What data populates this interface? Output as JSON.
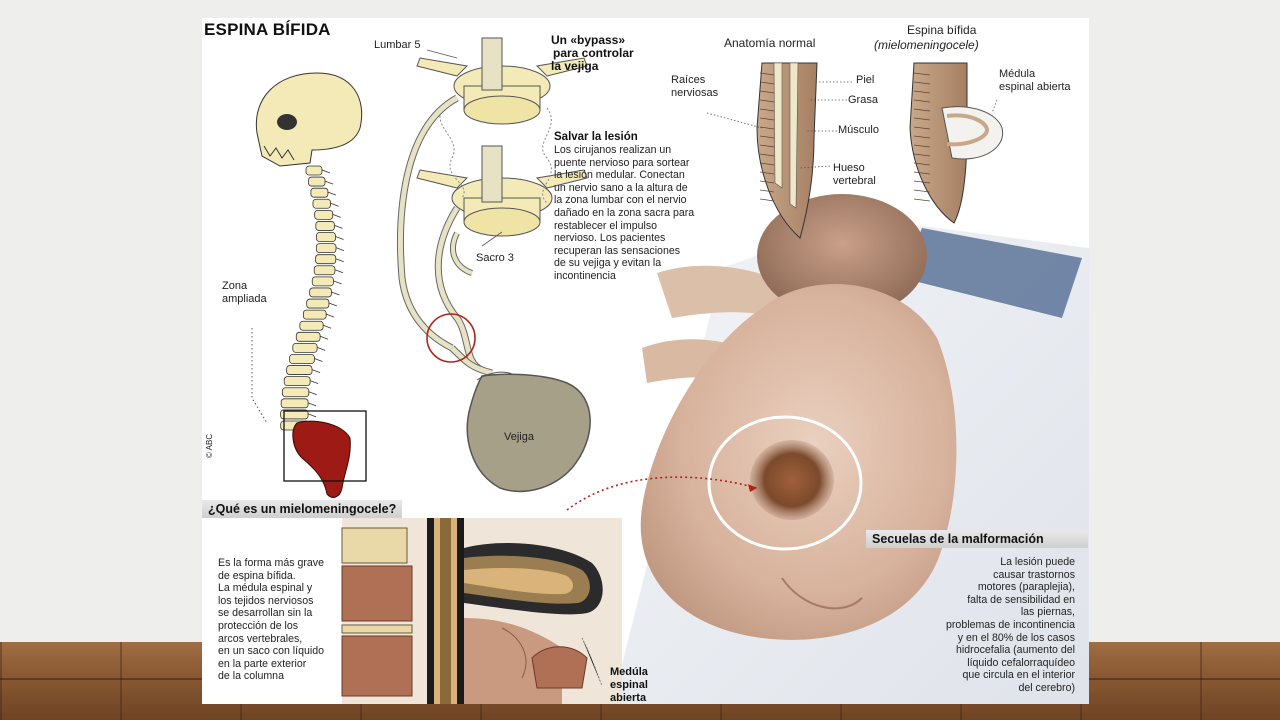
{
  "slide": {
    "title": "ESPINA BÍFIDA",
    "credit": "© ABC",
    "skeleton": {
      "zoom_label": "Zona ampliada"
    },
    "bypass": {
      "heading_line1": "Un «bypass»",
      "heading_line2": "para controlar",
      "heading_line3": "la vejiga",
      "lumbar_label": "Lumbar 5",
      "sacro_label": "Sacro 3",
      "bladder_label": "Vejiga"
    },
    "salvar": {
      "heading": "Salvar la lesión",
      "lines": [
        "Los cirujanos realizan un",
        "puente nervioso para sortear",
        "la lesión medular. Conectan",
        "un nervio sano a la altura de",
        "la zona lumbar con el nervio",
        "dañado en la zona sacra para",
        "restablecer el impulso",
        "nervioso. Los pacientes",
        "recuperan las sensaciones",
        "de su vejiga y evitan la",
        "incontinencia"
      ]
    },
    "anatomy": {
      "normal_title": "Anatomía normal",
      "bifida_title": "Espina bífida",
      "bifida_subtitle": "(mielomeningocele)",
      "raices_line1": "Raíces",
      "raices_line2": "nerviosas",
      "piel": "Piel",
      "grasa": "Grasa",
      "musculo": "Músculo",
      "hueso_line1": "Hueso",
      "hueso_line2": "vertebral",
      "medula_line1": "Médula",
      "medula_line2": "espinal abierta"
    },
    "que_es": {
      "heading": "¿Qué es un mielomeningocele?",
      "lines": [
        "Es la forma más grave",
        "de espina bífida.",
        "La médula espinal y",
        "los tejidos nerviosos",
        "se desarrollan sin la",
        "protección de los",
        "arcos vertebrales,",
        "en un saco con líquido",
        "en la parte exterior",
        "de la columna"
      ],
      "medula_line1": "Medúla",
      "medula_line2": "espinal",
      "medula_line3": "abierta"
    },
    "secuelas": {
      "heading": "Secuelas de la malformación",
      "lines": [
        "La lesión puede",
        "causar trastornos",
        "motores (paraplejia),",
        "falta de sensibilidad en",
        "las piernas,",
        "problemas de incontinencia",
        "y en el 80% de los casos",
        "hidrocefalia (aumento del",
        "líquido cefalorraquídeo",
        "que circula en el interior",
        "del cerebro)"
      ]
    },
    "colors": {
      "bone": "#f3eab8",
      "sacrum_red": "#9e1a14",
      "nerve_beige": "#e8e2c4",
      "bladder_gray": "#a7a089",
      "skin": "#d9b8a4",
      "lesion": "#7b4a2c"
    }
  }
}
